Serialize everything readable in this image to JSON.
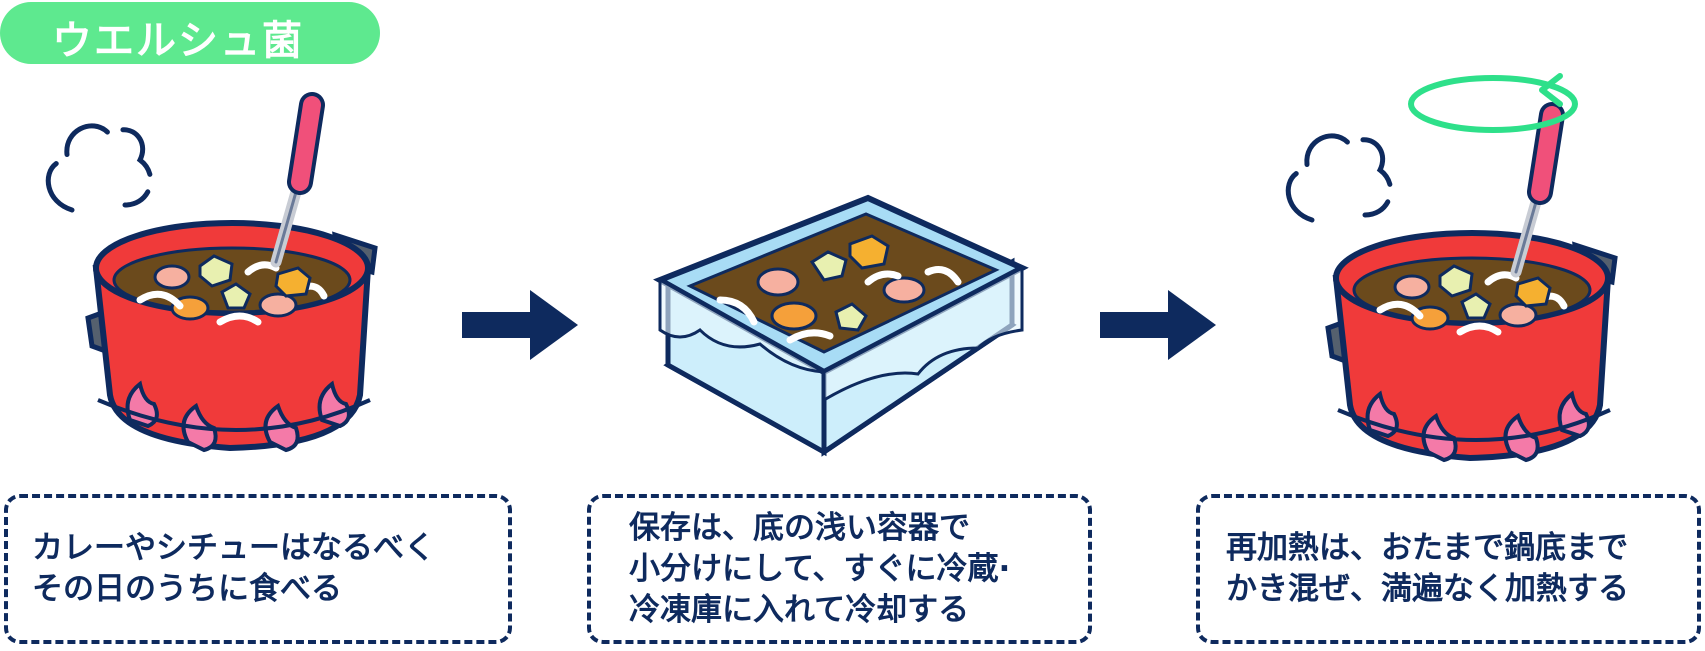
{
  "title": "ウエルシュ菌",
  "steps": [
    {
      "lines": [
        "カレーやシチューはなるべく",
        "その日のうちに食べる"
      ]
    },
    {
      "lines": [
        "保存は、底の浅い容器で",
        "小分けにして、すぐに冷蔵·",
        "冷凍庫に入れて冷却する"
      ]
    },
    {
      "lines": [
        "再加熱は、おたまで鍋底まで",
        "かき混ぜ、満遍なく加熱する"
      ]
    }
  ],
  "colors": {
    "title_bg": "#5ee98f",
    "navy": "#0e2a5e",
    "pot_red": "#f03a3a",
    "curry": "#6b4a1c",
    "container_blue": "#cdeefb",
    "stir_green": "#2ee08a",
    "flame_pink": "#f47aa8"
  },
  "icons": [
    "steam-icon",
    "ladle-icon",
    "flame-icon",
    "arrow-right-icon",
    "stir-rotation-icon",
    "curry-pot-icon",
    "storage-container-icon"
  ]
}
